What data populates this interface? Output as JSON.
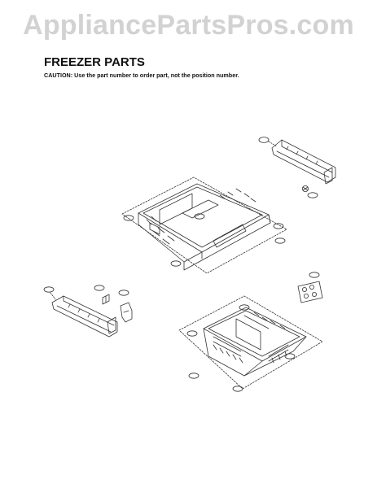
{
  "watermark": "AppliancePartsPros.com",
  "heading": "FREEZER PARTS",
  "caution": "CAUTION: Use the part number to order part, not the position number.",
  "colors": {
    "line": "#333333",
    "watermark": "#d2d2d2",
    "text": "#111111"
  },
  "callouts": {
    "upper_rail": "",
    "upper_bolt": "",
    "upper_bin_left": "",
    "upper_bin_divider": "",
    "upper_bin_right": "",
    "upper_bin_front": "",
    "upper_bin_bottom": "",
    "left_rail": "",
    "left_screw": "",
    "left_clip": "",
    "parts_bag": "",
    "lower_basket_left": "",
    "lower_basket_divider": "",
    "lower_basket_right": "",
    "lower_basket_bottom": "",
    "lower_basket_rear": ""
  }
}
